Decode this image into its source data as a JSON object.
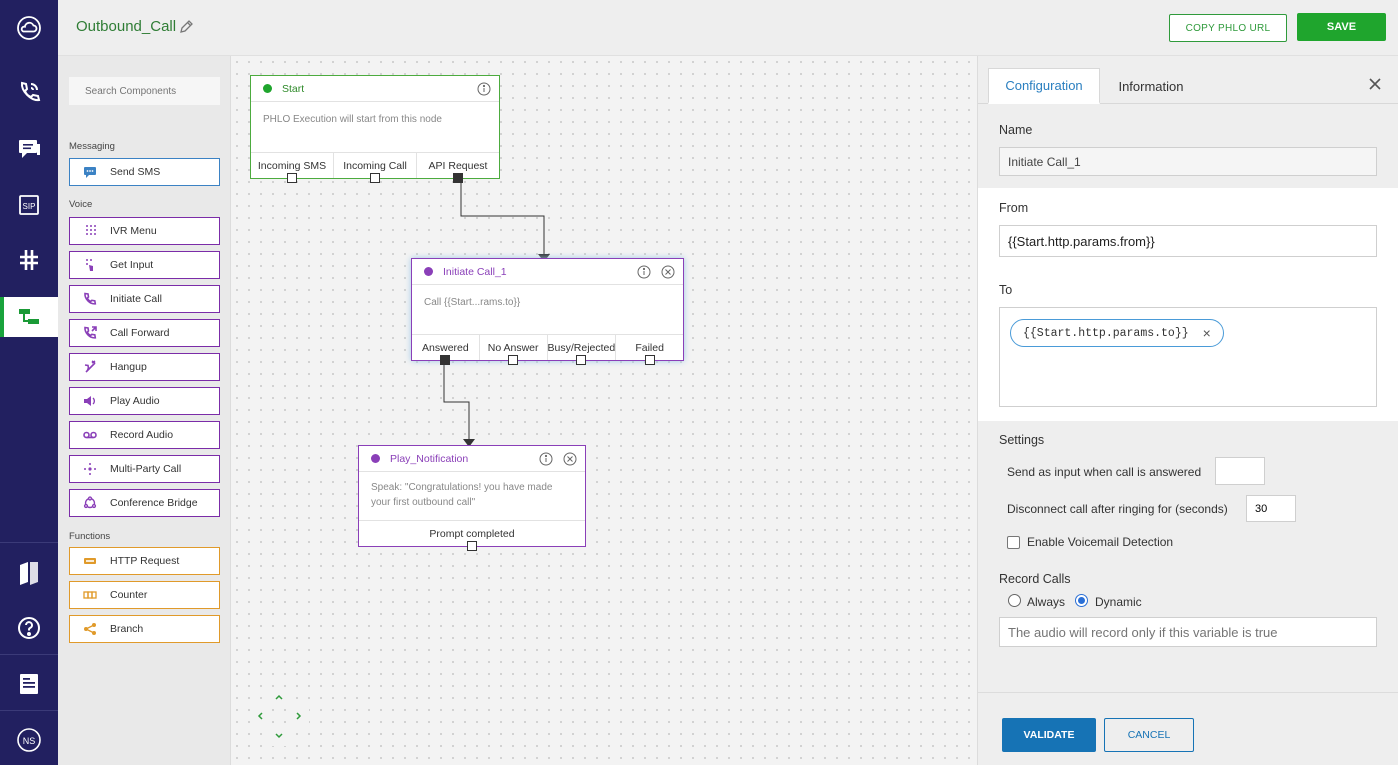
{
  "rail": {
    "icons": [
      "home-cloud-icon",
      "phone-icon",
      "messages-icon",
      "sip-icon",
      "hash-icon",
      "phlo-icon",
      "docs-icon",
      "help-icon",
      "billing-icon",
      "account-icon"
    ],
    "sip_label": "SIP",
    "account_initials": "NS"
  },
  "header": {
    "title": "Outbound_Call",
    "copy_label": "COPY PHLO URL",
    "save_label": "SAVE"
  },
  "components": {
    "search_placeholder": "Search Components",
    "messaging_heading": "Messaging",
    "messaging": [
      {
        "label": "Send SMS",
        "icon": "sms-icon"
      }
    ],
    "voice_heading": "Voice",
    "voice": [
      {
        "label": "IVR Menu",
        "icon": "keypad-icon"
      },
      {
        "label": "Get Input",
        "icon": "input-icon"
      },
      {
        "label": "Initiate Call",
        "icon": "phone-icon"
      },
      {
        "label": "Call Forward",
        "icon": "forward-icon"
      },
      {
        "label": "Hangup",
        "icon": "hangup-icon"
      },
      {
        "label": "Play Audio",
        "icon": "speaker-icon"
      },
      {
        "label": "Record Audio",
        "icon": "voicemail-icon"
      },
      {
        "label": "Multi-Party Call",
        "icon": "multiparty-icon"
      },
      {
        "label": "Conference Bridge",
        "icon": "conference-icon"
      }
    ],
    "functions_heading": "Functions",
    "functions": [
      {
        "label": "HTTP Request",
        "icon": "http-icon"
      },
      {
        "label": "Counter",
        "icon": "counter-icon"
      },
      {
        "label": "Branch",
        "icon": "branch-icon"
      }
    ]
  },
  "canvas": {
    "start": {
      "title": "Start",
      "body": "PHLO Execution will start from this node",
      "ports": [
        "Incoming SMS",
        "Incoming Call",
        "API Request"
      ]
    },
    "initiate": {
      "title": "Initiate Call_1",
      "body": "Call {{Start...rams.to}}",
      "ports": [
        "Answered",
        "No Answer",
        "Busy/Rejected",
        "Failed"
      ]
    },
    "play": {
      "title": "Play_Notification",
      "body": "Speak: \"Congratulations! you have made your first outbound call\"",
      "ports": [
        "Prompt completed"
      ]
    }
  },
  "panel": {
    "tab_config": "Configuration",
    "tab_info": "Information",
    "name_label": "Name",
    "name_value": "Initiate Call_1",
    "from_label": "From",
    "from_value": "{{Start.http.params.from}}",
    "to_label": "To",
    "to_chip": "{{Start.http.params.to}}",
    "settings_label": "Settings",
    "send_input_label": "Send as input when call is answered",
    "send_input_value": "",
    "disconnect_label": "Disconnect call after ringing for (seconds)",
    "disconnect_value": "30",
    "voicemail_label": "Enable Voicemail Detection",
    "voicemail_checked": false,
    "record_label": "Record Calls",
    "record_options": [
      "Always",
      "Dynamic"
    ],
    "record_selected": "Dynamic",
    "record_placeholder": "The audio will record only if this variable is true",
    "validate_label": "VALIDATE",
    "cancel_label": "CANCEL"
  },
  "colors": {
    "rail": "#222060",
    "green": "#1fa52d",
    "purple": "#8a3fb8",
    "blue": "#1673b5"
  }
}
